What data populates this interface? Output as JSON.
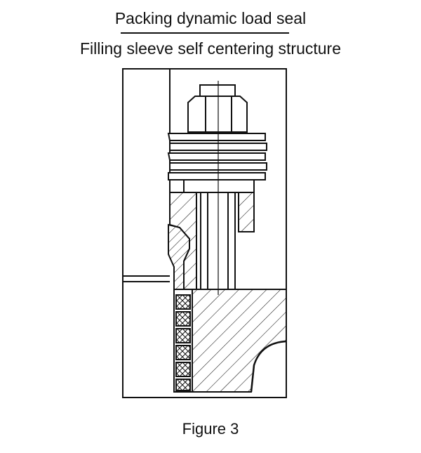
{
  "title": {
    "line1": "Packing dynamic load seal",
    "line2": "Filling sleeve self centering structure"
  },
  "figure": {
    "caption": "Figure 3"
  },
  "colors": {
    "ink": "#111111",
    "paper": "#ffffff"
  }
}
